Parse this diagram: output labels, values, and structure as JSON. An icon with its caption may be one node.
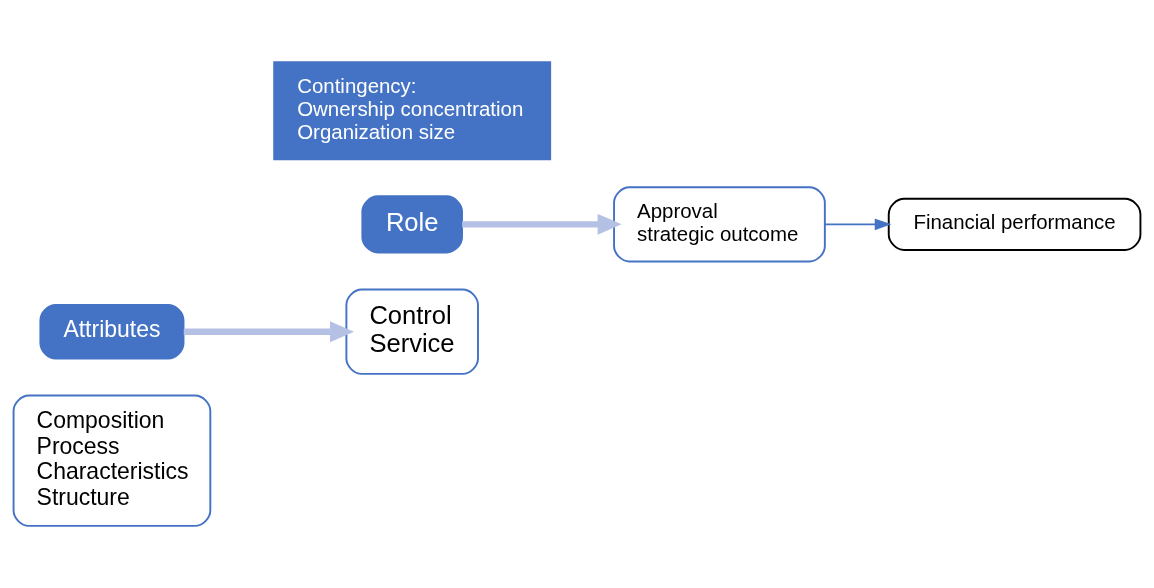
{
  "diagram": {
    "nodes": [
      {
        "text": [
          "Composition",
          "Process",
          "Characteristics",
          "Structure"
        ]
      },
      {
        "text": [
          "Attributes"
        ]
      },
      {
        "text": [
          "Control",
          "Service"
        ]
      },
      {
        "text": [
          "Role"
        ]
      },
      {
        "text": [
          "Approval",
          "strategic outcome"
        ]
      },
      {
        "text": [
          "Financial performance"
        ]
      },
      {
        "text": [
          "Contingency:",
          "Ownership concentration",
          "Organization size"
        ]
      }
    ],
    "edges": [
      {
        "from": 1,
        "to": 2,
        "arrow": "to"
      },
      {
        "from": 3,
        "to": 4,
        "arrow": "to"
      },
      {
        "from": 4,
        "to": 5,
        "arrow": "to",
        "color": "#4472c4"
      }
    ]
  }
}
